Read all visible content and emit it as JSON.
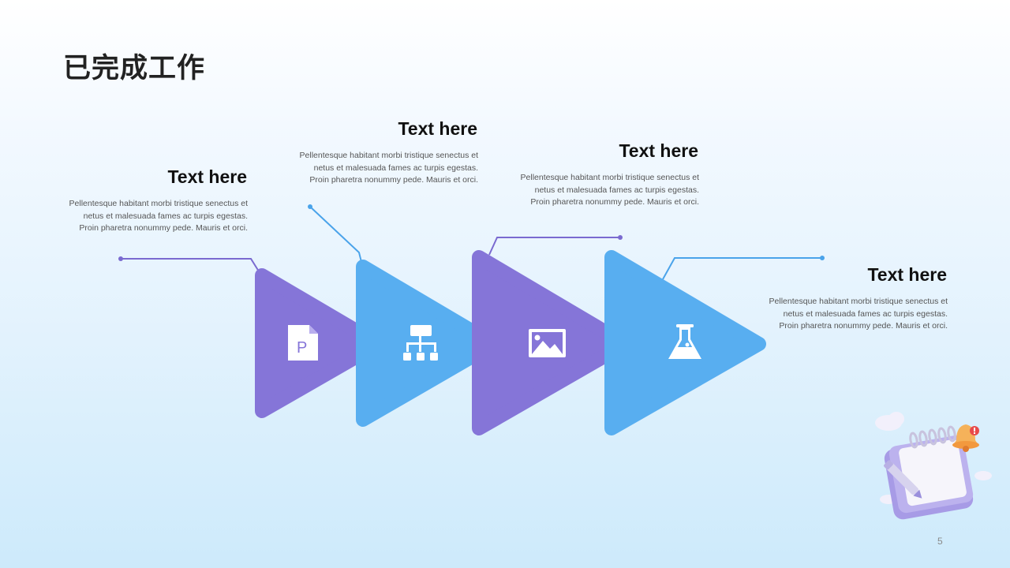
{
  "title": "已完成工作",
  "page_number": "5",
  "colors": {
    "purple": "#8575d8",
    "blue": "#58aef0",
    "connector_purple": "#7a6ad0",
    "connector_blue": "#4aa3ea"
  },
  "steps": [
    {
      "heading": "Text here",
      "lines": [
        "Pellentesque  habitant  morbi tristique  senectus  et",
        "netus  et malesuada  fames  ac turpis  egestas.",
        "Proin pharetra  nonummy  pede. Mauris et orci."
      ],
      "icon": "powerpoint-file-icon",
      "color": "purple"
    },
    {
      "heading": "Text here",
      "lines": [
        "Pellentesque  habitant  morbi tristique  senectus  et",
        "netus  et malesuada  fames  ac turpis  egestas.",
        "Proin pharetra  nonummy  pede. Mauris et orci."
      ],
      "icon": "org-chart-icon",
      "color": "blue"
    },
    {
      "heading": "Text here",
      "lines": [
        "Pellentesque  habitant  morbi tristique  senectus  et",
        "netus  et malesuada  fames  ac turpis  egestas.",
        "Proin pharetra  nonummy  pede. Mauris et orci."
      ],
      "icon": "image-icon",
      "color": "purple"
    },
    {
      "heading": "Text here",
      "lines": [
        "Pellentesque  habitant  morbi tristique  senectus  et",
        "netus  et malesuada  fames  ac turpis  egestas.",
        "Proin pharetra  nonummy  pede. Mauris et orci."
      ],
      "icon": "lab-flask-icon",
      "color": "blue"
    }
  ],
  "illustration": "notepad-with-bell-illustration"
}
